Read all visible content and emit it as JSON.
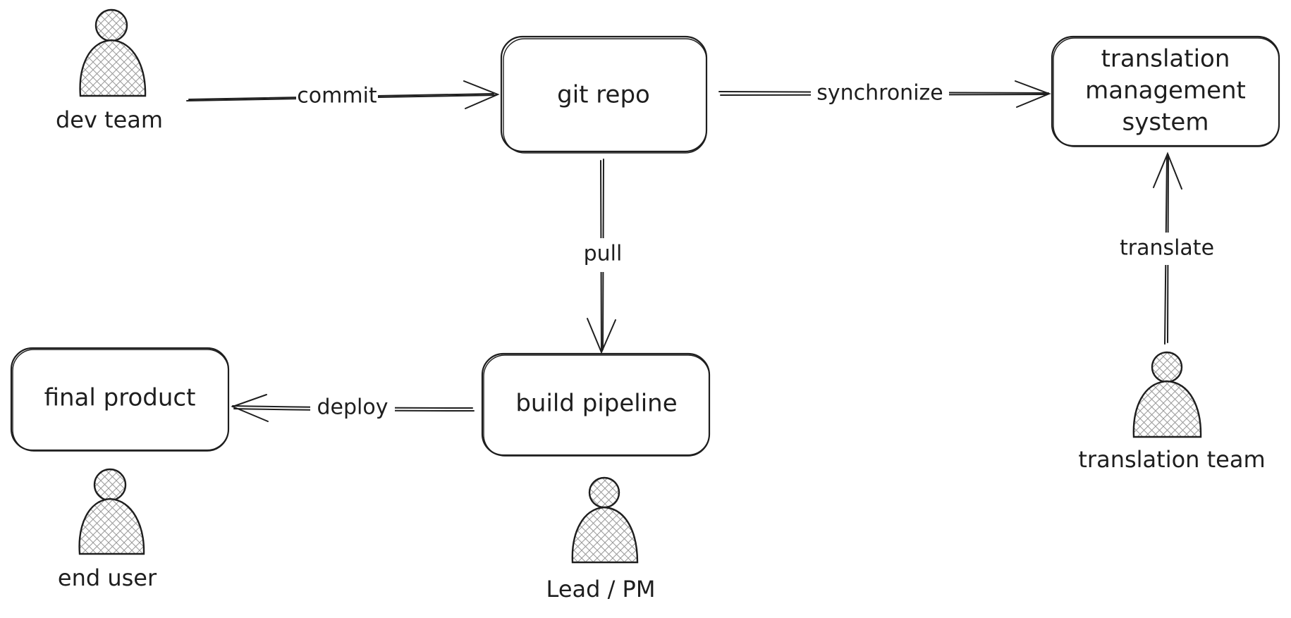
{
  "nodes": {
    "git_repo": "git repo",
    "tms": [
      "translation",
      "management",
      "system"
    ],
    "build_pipeline": "build pipeline",
    "final_product": "final product"
  },
  "edges": {
    "commit": "commit",
    "synchronize": "synchronize",
    "pull": "pull",
    "translate": "translate",
    "deploy": "deploy"
  },
  "actors": {
    "dev_team": "dev team",
    "translation_team": "translation team",
    "end_user": "end user",
    "lead_pm": "Lead / PM"
  },
  "colors": {
    "stroke": "#1e1e1e",
    "fill": "#ffffff",
    "hatch": "#9a9a9a"
  }
}
